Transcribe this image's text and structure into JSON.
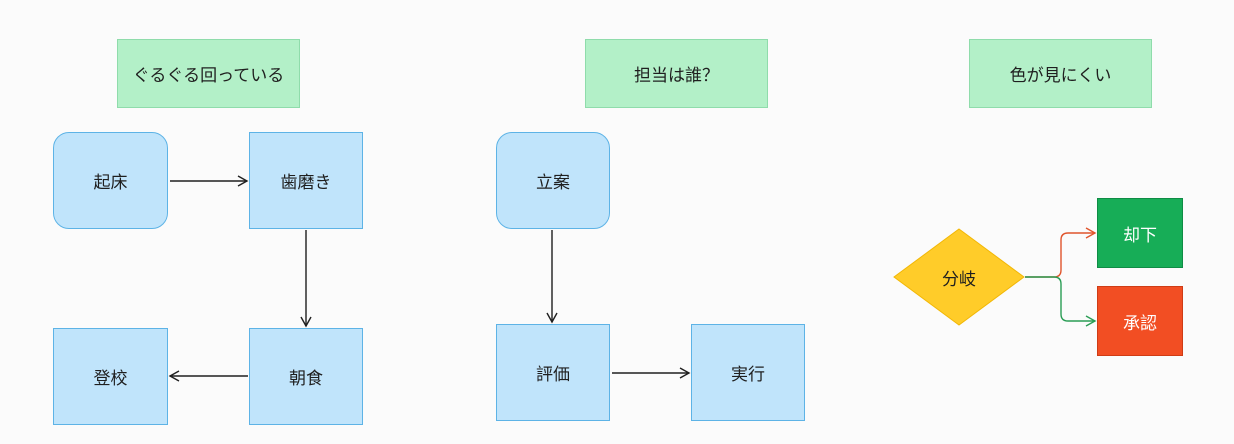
{
  "diagram": {
    "groups": [
      {
        "title": "ぐるぐる回っている",
        "nodes": {
          "wake": "起床",
          "teeth": "歯磨き",
          "breakfast": "朝食",
          "school": "登校"
        }
      },
      {
        "title": "担当は誰？",
        "nodes": {
          "plan": "立案",
          "evaluate": "評価",
          "execute": "実行"
        }
      },
      {
        "title": "色が見にくい",
        "nodes": {
          "branch": "分岐",
          "reject": "却下",
          "approve": "承認"
        }
      }
    ],
    "colors": {
      "title_fill": "#b3f0c8",
      "node_fill": "#c0e4fb",
      "node_stroke": "#5db3e6",
      "decision_fill": "#ffcc29",
      "reject_fill": "#17ad57",
      "approve_fill": "#f24e23",
      "arrow": "#1f1f1f"
    }
  }
}
